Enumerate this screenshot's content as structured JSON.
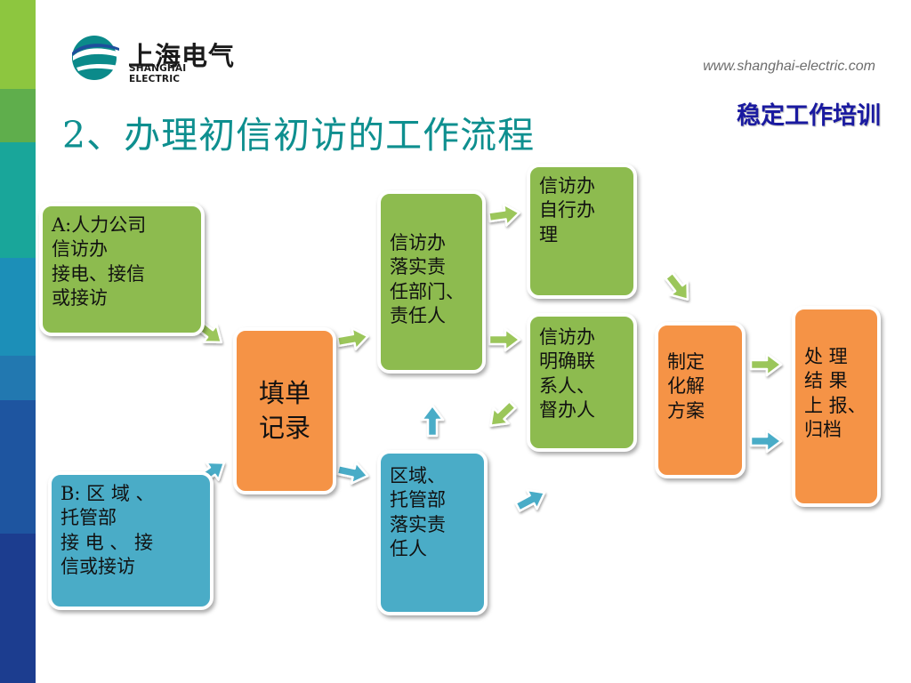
{
  "logo": {
    "cn": "上海电气",
    "en": "SHANGHAI ELECTRIC"
  },
  "website": "www.shanghai-electric.com",
  "training_label": "稳定工作培训",
  "title": "2、办理初信初访的工作流程",
  "colors": {
    "title": "#0e8f8f",
    "green_box": "#8dbb4f",
    "orange_box": "#f59346",
    "blue_box": "#4aacc7",
    "green_arrow": "#9bc65a",
    "blue_arrow": "#4aacc7",
    "side_bar": [
      "#8dc63f",
      "#5fae4c",
      "#19a69a",
      "#1c8fb8",
      "#2278b0",
      "#1e55a0",
      "#1c3d8f"
    ]
  },
  "nodes": {
    "a_company": "A:人力公司\n信访办\n接电、接信\n或接访",
    "b_region": "B: 区 域 、\n托管部\n 接 电 、 接\n信或接访",
    "fill_record": "填单\n记录",
    "office_assign": "信访办\n落实责\n任部门、\n责任人",
    "region_assign": "区域、\n托管部\n落实责\n任人",
    "office_self": "信访办\n自行办\n理",
    "office_contact": "信访办\n明确联\n系人、\n督办人",
    "resolution_plan": "制定\n化解\n方案",
    "result_report": "处 理\n结 果\n上 报、\n归档"
  }
}
